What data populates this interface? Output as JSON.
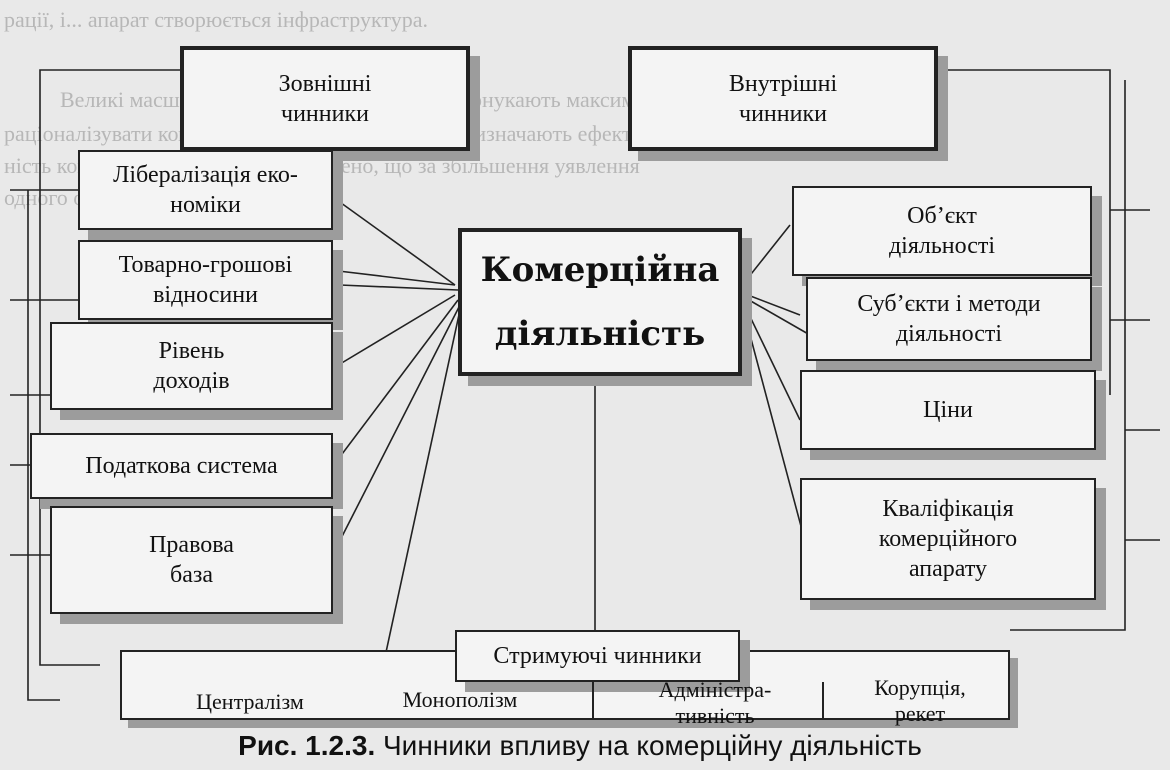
{
  "diagram": {
    "center": {
      "line1": "Комерційна",
      "line2": "діяльність"
    },
    "external": {
      "header": "Зовнішні\nчинники",
      "items": [
        "Лібералізація еко-\nноміки",
        "Товарно-грошові\nвідносини",
        "Рівень\nдоходів",
        "Податкова система",
        "Правова\nбаза"
      ]
    },
    "internal": {
      "header": "Внутрішні\nчинники",
      "items": [
        "Об’єкт\nдіяльності",
        "Суб’єкти і методи\nдіяльності",
        "Ціни",
        "Кваліфікація\nкомерційного\nапарату"
      ]
    },
    "restraining": {
      "header": "Стримуючі чинники",
      "items": [
        "Централізм",
        "Монополізм",
        "Адміністра-\nтивність",
        "Корупція,\nрекет"
      ]
    }
  },
  "caption": {
    "number": "Рис. 1.2.3.",
    "text": " Чинники впливу на комерційну діяльність"
  },
  "background_text": [
    "рації, і... апарат створюється інфраструктура.",
    "Великі масштаби комерційної діяльності спонукають максимально",
    "раціоналізувати комерційний процес. Масштаби визначають ефектив-",
    "ність комерційної діяльності. Доведено, що за збільшення уявлення",
    "одного обсягу сполучається..."
  ],
  "colors": {
    "line": "#222222",
    "shadow": "#9c9c9c",
    "box": "#f4f4f4",
    "page": "#e9e9e9"
  }
}
